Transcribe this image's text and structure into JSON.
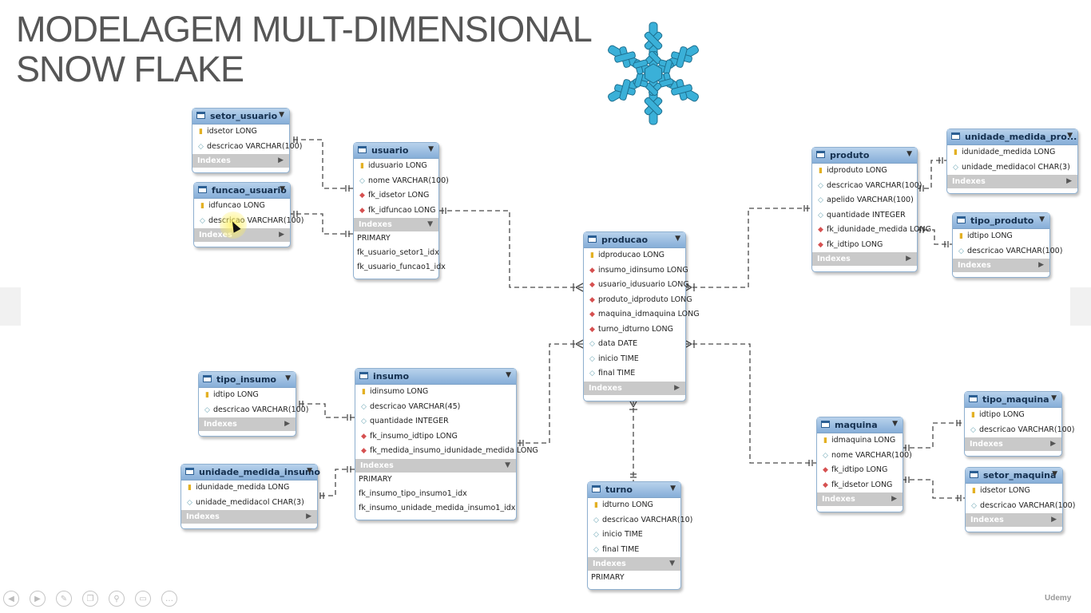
{
  "slide": {
    "title_line1": "MODELAGEM MULT-DIMENSIONAL",
    "title_line2": "SNOW FLAKE",
    "watermark": "Udemy"
  },
  "colors": {
    "header": "#86aed8",
    "indexes_bar": "#c9c9c9",
    "snowflake": "#3ab0d8",
    "primary_key": "#e3b022",
    "foreign_key": "#d65050",
    "attribute": "#6fa8b6"
  },
  "indexes_label": "Indexes",
  "tables": {
    "setor_usuario": {
      "name": "setor_usuario",
      "columns": [
        {
          "kind": "pk",
          "text": "idsetor LONG"
        },
        {
          "kind": "attr",
          "text": "descricao VARCHAR(100)"
        }
      ]
    },
    "funcao_usuario": {
      "name": "funcao_usuario",
      "columns": [
        {
          "kind": "pk",
          "text": "idfuncao LONG"
        },
        {
          "kind": "attr",
          "text": "descricao VARCHAR(100)"
        }
      ]
    },
    "usuario": {
      "name": "usuario",
      "columns": [
        {
          "kind": "pk",
          "text": "idusuario LONG"
        },
        {
          "kind": "attr",
          "text": "nome VARCHAR(100)"
        },
        {
          "kind": "fk",
          "text": "fk_idsetor LONG"
        },
        {
          "kind": "fk",
          "text": "fk_idfuncao LONG"
        }
      ],
      "indexes": [
        "PRIMARY",
        "fk_usuario_setor1_idx",
        "fk_usuario_funcao1_idx"
      ]
    },
    "producao": {
      "name": "producao",
      "columns": [
        {
          "kind": "pk",
          "text": "idproducao LONG"
        },
        {
          "kind": "fk",
          "text": "insumo_idinsumo LONG"
        },
        {
          "kind": "fk",
          "text": "usuario_idusuario LONG"
        },
        {
          "kind": "fk",
          "text": "produto_idproduto LONG"
        },
        {
          "kind": "fk",
          "text": "maquina_idmaquina LONG"
        },
        {
          "kind": "fk",
          "text": "turno_idturno LONG"
        },
        {
          "kind": "attr",
          "text": "data DATE"
        },
        {
          "kind": "attr",
          "text": "inicio TIME"
        },
        {
          "kind": "attr",
          "text": "final TIME"
        }
      ]
    },
    "produto": {
      "name": "produto",
      "columns": [
        {
          "kind": "pk",
          "text": "idproduto LONG"
        },
        {
          "kind": "attr",
          "text": "descricao VARCHAR(100)"
        },
        {
          "kind": "attr",
          "text": "apelido VARCHAR(100)"
        },
        {
          "kind": "attr",
          "text": "quantidade INTEGER"
        },
        {
          "kind": "fk",
          "text": "fk_idunidade_medida LONG"
        },
        {
          "kind": "fk",
          "text": "fk_idtipo LONG"
        }
      ]
    },
    "unidade_medida_produto": {
      "name": "unidade_medida_pro...",
      "columns": [
        {
          "kind": "pk",
          "text": "idunidade_medida LONG"
        },
        {
          "kind": "attr",
          "text": "unidade_medidacol CHAR(3)"
        }
      ]
    },
    "tipo_produto": {
      "name": "tipo_produto",
      "columns": [
        {
          "kind": "pk",
          "text": "idtipo LONG"
        },
        {
          "kind": "attr",
          "text": "descricao VARCHAR(100)"
        }
      ]
    },
    "tipo_insumo": {
      "name": "tipo_insumo",
      "columns": [
        {
          "kind": "pk",
          "text": "idtipo LONG"
        },
        {
          "kind": "attr",
          "text": "descricao VARCHAR(100)"
        }
      ]
    },
    "insumo": {
      "name": "insumo",
      "columns": [
        {
          "kind": "pk",
          "text": "idinsumo LONG"
        },
        {
          "kind": "attr",
          "text": "descricao VARCHAR(45)"
        },
        {
          "kind": "attr",
          "text": "quantidade INTEGER"
        },
        {
          "kind": "fk",
          "text": "fk_insumo_idtipo LONG"
        },
        {
          "kind": "fk",
          "text": "fk_medida_insumo_idunidade_medida LONG"
        }
      ],
      "indexes": [
        "PRIMARY",
        "fk_insumo_tipo_insumo1_idx",
        "fk_insumo_unidade_medida_insumo1_idx"
      ]
    },
    "unidade_medida_insumo": {
      "name": "unidade_medida_insumo",
      "columns": [
        {
          "kind": "pk",
          "text": "idunidade_medida LONG"
        },
        {
          "kind": "attr",
          "text": "unidade_medidacol CHAR(3)"
        }
      ]
    },
    "turno": {
      "name": "turno",
      "columns": [
        {
          "kind": "pk",
          "text": "idturno LONG"
        },
        {
          "kind": "attr",
          "text": "descricao VARCHAR(10)"
        },
        {
          "kind": "attr",
          "text": "inicio TIME"
        },
        {
          "kind": "attr",
          "text": "final TIME"
        }
      ],
      "indexes": [
        "PRIMARY"
      ]
    },
    "maquina": {
      "name": "maquina",
      "columns": [
        {
          "kind": "pk",
          "text": "idmaquina LONG"
        },
        {
          "kind": "attr",
          "text": "nome VARCHAR(100)"
        },
        {
          "kind": "fk",
          "text": "fk_idtipo LONG"
        },
        {
          "kind": "fk",
          "text": "fk_idsetor LONG"
        }
      ]
    },
    "tipo_maquina": {
      "name": "tipo_maquina",
      "columns": [
        {
          "kind": "pk",
          "text": "idtipo LONG"
        },
        {
          "kind": "attr",
          "text": "descricao VARCHAR(100)"
        }
      ]
    },
    "setor_maquina": {
      "name": "setor_maquina",
      "columns": [
        {
          "kind": "pk",
          "text": "idsetor LONG"
        },
        {
          "kind": "attr",
          "text": "descricao VARCHAR(100)"
        }
      ]
    }
  },
  "relationships": [
    {
      "from": "usuario",
      "to": "setor_usuario"
    },
    {
      "from": "usuario",
      "to": "funcao_usuario"
    },
    {
      "from": "producao",
      "to": "usuario"
    },
    {
      "from": "producao",
      "to": "insumo"
    },
    {
      "from": "producao",
      "to": "produto"
    },
    {
      "from": "producao",
      "to": "maquina"
    },
    {
      "from": "producao",
      "to": "turno"
    },
    {
      "from": "insumo",
      "to": "tipo_insumo"
    },
    {
      "from": "insumo",
      "to": "unidade_medida_insumo"
    },
    {
      "from": "produto",
      "to": "unidade_medida_produto"
    },
    {
      "from": "produto",
      "to": "tipo_produto"
    },
    {
      "from": "maquina",
      "to": "tipo_maquina"
    },
    {
      "from": "maquina",
      "to": "setor_maquina"
    }
  ],
  "player_controls": [
    "previous-icon",
    "play-icon",
    "pen-icon",
    "copy-icon",
    "zoom-icon",
    "screen-icon",
    "more-icon"
  ]
}
